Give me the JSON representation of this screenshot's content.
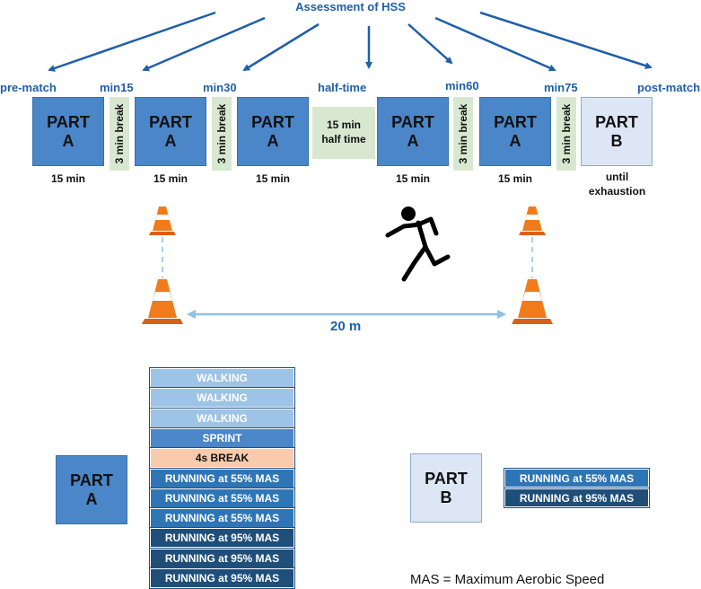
{
  "header": {
    "title": "Assessment of HSS"
  },
  "timepoints": [
    "pre-match",
    "min15",
    "min30",
    "half-time",
    "min60",
    "min75",
    "post-match"
  ],
  "blocks": {
    "part_a": {
      "line1": "PART",
      "line2": "A"
    },
    "part_b": {
      "line1": "PART",
      "line2": "B"
    },
    "break_label": "3 min break",
    "halftime": {
      "line1": "15 min",
      "line2": "half time"
    },
    "duration": "15 min",
    "until": {
      "line1": "until",
      "line2": "exhaustion"
    }
  },
  "field": {
    "distance": "20 m"
  },
  "part_a_detail": {
    "title": {
      "line1": "PART",
      "line2": "A"
    },
    "rows": [
      {
        "label": "WALKING",
        "type": "walk"
      },
      {
        "label": "WALKING",
        "type": "walk"
      },
      {
        "label": "WALKING",
        "type": "walk"
      },
      {
        "label": "SPRINT",
        "type": "sprint"
      },
      {
        "label": "4s BREAK",
        "type": "break"
      },
      {
        "label": "RUNNING at 55% MAS",
        "type": "run55"
      },
      {
        "label": "RUNNING at 55% MAS",
        "type": "run55"
      },
      {
        "label": "RUNNING at 55% MAS",
        "type": "run55"
      },
      {
        "label": "RUNNING at 95% MAS",
        "type": "run95"
      },
      {
        "label": "RUNNING at 95% MAS",
        "type": "run95"
      },
      {
        "label": "RUNNING at 95% MAS",
        "type": "run95"
      }
    ]
  },
  "part_b_detail": {
    "title": {
      "line1": "PART",
      "line2": "B"
    },
    "rows": [
      {
        "label": "RUNNING at 55% MAS",
        "type": "run55"
      },
      {
        "label": "RUNNING at 95% MAS",
        "type": "run95"
      }
    ]
  },
  "footnote": "MAS = Maximum Aerobic Speed",
  "colors": {
    "label_blue": "#1f5fa8",
    "part_a": "#4a86c8",
    "part_b": "#dce6f4",
    "break_green": "#d8e8d0",
    "walk": "#9dc3e6",
    "sprint": "#4a86c8",
    "four_s_break": "#f8cbad",
    "run55": "#2e75b6",
    "run95": "#1f4e79",
    "arrow": "#1f5fa8",
    "cone": "#f07b1a"
  }
}
